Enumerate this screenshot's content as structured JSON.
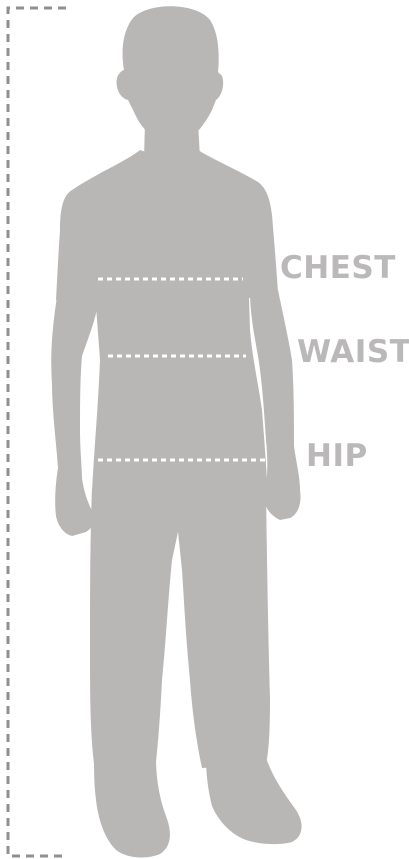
{
  "colors": {
    "silhouette": "#b9b6b6",
    "measure_line": "#ffffff",
    "height_bracket": "#8f8f8f",
    "label_text": "#bab8b8"
  },
  "labels": {
    "chest": "CHEST",
    "waist": "WAIST",
    "hip": "HIP"
  }
}
